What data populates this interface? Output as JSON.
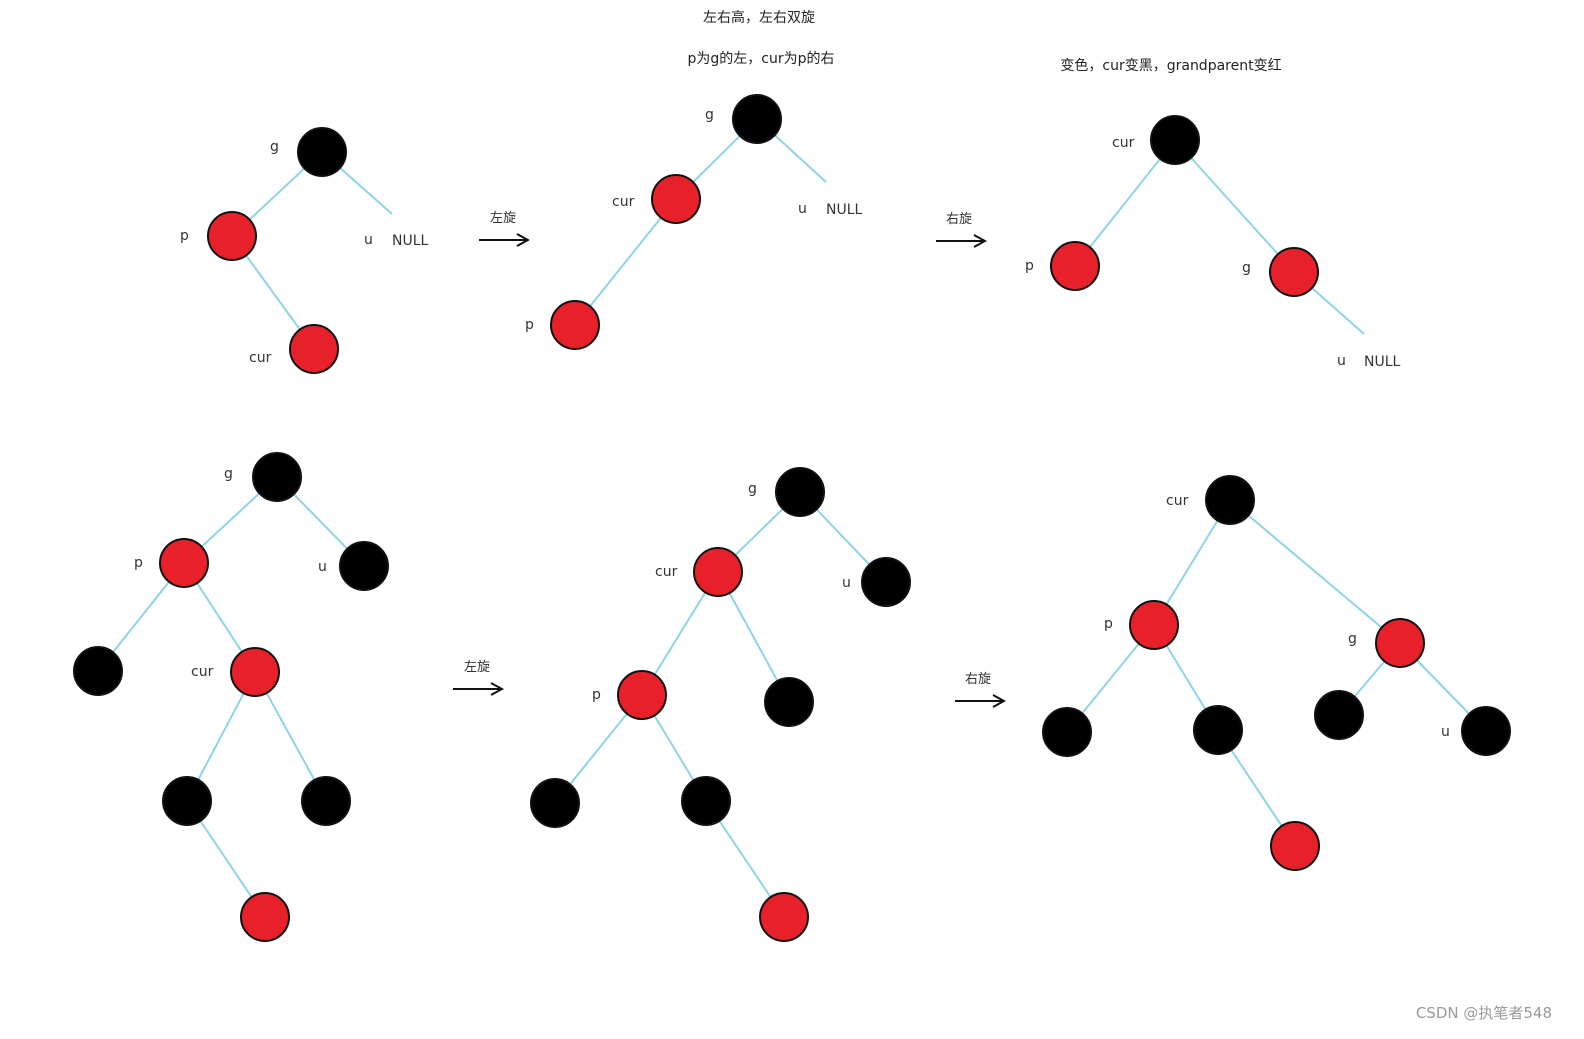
{
  "captions": {
    "title": "左右高，左右双旋",
    "condition": "p为g的左，cur为p的右",
    "recolor": "变色，cur变黑，grandparent变红"
  },
  "arrows": {
    "left_rotate": "左旋",
    "right_rotate": "右旋"
  },
  "labels": {
    "g": "g",
    "p": "p",
    "u": "u",
    "cur": "cur",
    "null": "NULL"
  },
  "watermark": "CSDN @执笔者548",
  "colors": {
    "red_node": "#e8202a",
    "black_node": "#000000",
    "edge": "#8fd3e6",
    "outline": "#111111"
  }
}
